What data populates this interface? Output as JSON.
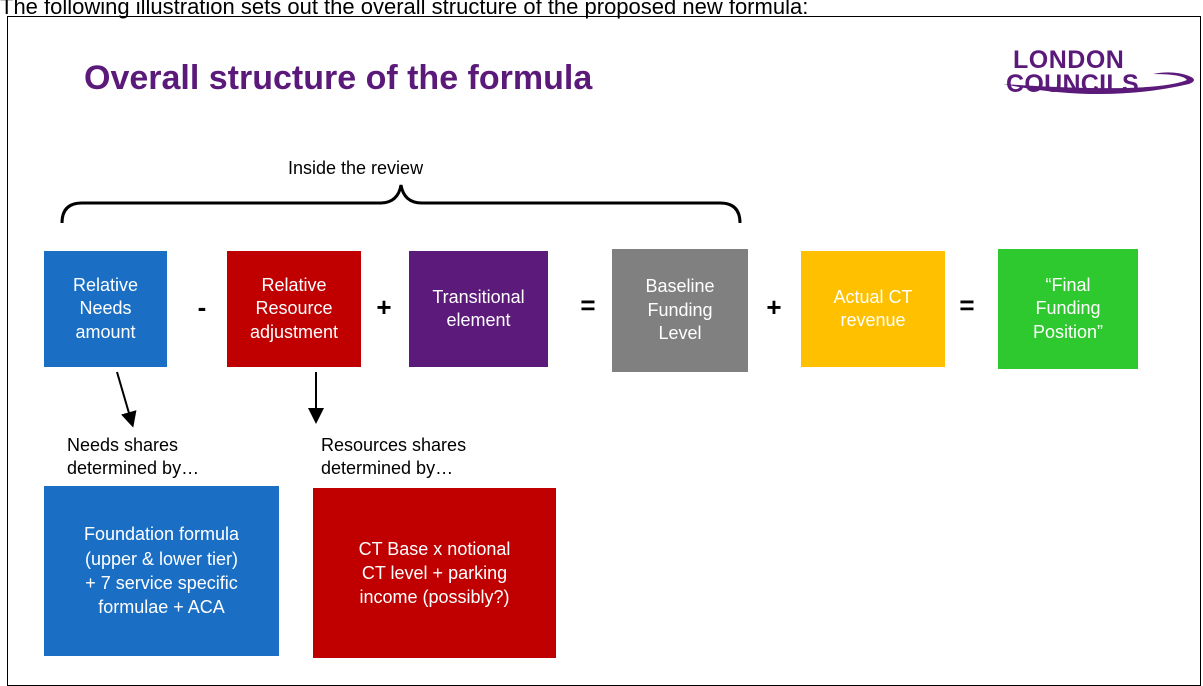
{
  "caption": "The following illustration sets out the overall structure of the proposed new formula:",
  "title": "Overall structure of the formula",
  "logo": {
    "line1": "LONDON",
    "line2": "COUNCILS"
  },
  "bracket_label": "Inside the review",
  "boxes": {
    "needs": "Relative\nNeeds\namount",
    "resource": "Relative\nResource\nadjustment",
    "transitional": "Transitional\nelement",
    "baseline": "Baseline\nFunding\nLevel",
    "actual_ct": "Actual CT\nrevenue",
    "final": "“Final\nFunding\nPosition”"
  },
  "operators": {
    "minus": "-",
    "plus1": "+",
    "equals1": "=",
    "plus2": "+",
    "equals2": "="
  },
  "needs_label": "Needs shares\ndetermined by…",
  "resources_label": "Resources shares\ndetermined by…",
  "needs_detail": "Foundation formula\n(upper & lower tier)\n+ 7 service specific\nformulae + ACA",
  "resources_detail": "CT Base x notional\nCT level + parking\nincome (possibly?)",
  "colors": {
    "title": "#5b1a7a",
    "needs": "#1a6fc4",
    "resource": "#c00000",
    "transitional": "#5c1a7a",
    "baseline": "#808080",
    "actual_ct": "#ffc000",
    "final": "#2ec92e"
  }
}
